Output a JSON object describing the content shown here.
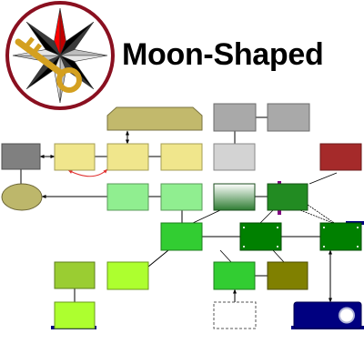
{
  "header": {
    "title": "Moon-Shaped",
    "logo_icon": "compass-star-with-key-icon"
  },
  "colors": {
    "edge": "#000000",
    "edge_red": "#e03030",
    "logo_ring": "#8a1020",
    "logo_star_dark": "#000000",
    "logo_star_grey": "#bdbdbd",
    "logo_star_light": "#e6e6e6",
    "logo_star_red": "#ff0000",
    "key_gold": "#d4a020",
    "accent_navy": "#000080",
    "accent_purple": "#800080"
  },
  "nodes": [
    {
      "id": "n-top-banner",
      "shape": "banner",
      "fill": "#c2b96c",
      "stroke": "#7a7340"
    },
    {
      "id": "n-grey-1",
      "shape": "rect",
      "fill": "#a9a9a9",
      "stroke": "#6b6b6b"
    },
    {
      "id": "n-grey-2",
      "shape": "rect",
      "fill": "#a9a9a9",
      "stroke": "#6b6b6b"
    },
    {
      "id": "n-darkgrey",
      "shape": "rect",
      "fill": "#808080",
      "stroke": "#505050"
    },
    {
      "id": "n-khaki-1",
      "shape": "rect",
      "fill": "#f0e68c",
      "stroke": "#a59e55"
    },
    {
      "id": "n-khaki-2",
      "shape": "rect",
      "fill": "#f0e68c",
      "stroke": "#a59e55"
    },
    {
      "id": "n-khaki-3",
      "shape": "rect",
      "fill": "#f0e68c",
      "stroke": "#a59e55"
    },
    {
      "id": "n-lightgrey",
      "shape": "rect",
      "fill": "#d3d3d3",
      "stroke": "#8a8a8a"
    },
    {
      "id": "n-darkred",
      "shape": "rect",
      "fill": "#a52a2a",
      "stroke": "#6b1a1a"
    },
    {
      "id": "n-oval",
      "shape": "ellipse",
      "fill": "#bdb76b",
      "stroke": "#6b6535"
    },
    {
      "id": "n-lightgreen-1",
      "shape": "rect",
      "fill": "#90ee90",
      "stroke": "#5a9a5a"
    },
    {
      "id": "n-lightgreen-2",
      "shape": "rect",
      "fill": "#90ee90",
      "stroke": "#5a9a5a"
    },
    {
      "id": "n-gradient",
      "shape": "gradient-rect",
      "fill": "#2e7d32",
      "stroke": "#1b4d1e"
    },
    {
      "id": "n-forest",
      "shape": "rect",
      "fill": "#228b22",
      "stroke": "#145214"
    },
    {
      "id": "n-lime-1",
      "shape": "rect",
      "fill": "#32cd32",
      "stroke": "#1f7f1f"
    },
    {
      "id": "n-green-1",
      "shape": "rect",
      "fill": "#008000",
      "stroke": "#004d00"
    },
    {
      "id": "n-green-2",
      "shape": "rect",
      "fill": "#008000",
      "stroke": "#004d00"
    },
    {
      "id": "n-yellowgreen",
      "shape": "rect",
      "fill": "#9acd32",
      "stroke": "#5f7f1f"
    },
    {
      "id": "n-greenyellow-1",
      "shape": "rect",
      "fill": "#adff2f",
      "stroke": "#6b9a1d"
    },
    {
      "id": "n-lime-2",
      "shape": "rect",
      "fill": "#32cd32",
      "stroke": "#1f7f1f"
    },
    {
      "id": "n-olive",
      "shape": "rect",
      "fill": "#808000",
      "stroke": "#4d4d00"
    },
    {
      "id": "n-greenyellow-2",
      "shape": "rect",
      "fill": "#adff2f",
      "stroke": "#6b9a1d"
    },
    {
      "id": "n-dashed",
      "shape": "dashed-rect",
      "fill": "#ffffff",
      "stroke": "#555555"
    },
    {
      "id": "n-navy-moon",
      "shape": "moon-rect",
      "fill": "#000080",
      "stroke": "#00004d"
    }
  ],
  "edges": [
    {
      "id": "e-banner-khaki2",
      "from": "n-top-banner",
      "to": "n-khaki-2",
      "kind": "double-arrow"
    },
    {
      "id": "e-darkgrey-khaki1",
      "from": "n-darkgrey",
      "to": "n-khaki-1",
      "kind": "double-arrow"
    },
    {
      "id": "e-khaki1-khaki2",
      "from": "n-khaki-1",
      "to": "n-khaki-2",
      "kind": "line"
    },
    {
      "id": "e-khaki1-khaki2-red",
      "from": "n-khaki-1",
      "to": "n-khaki-2",
      "kind": "red-curve"
    },
    {
      "id": "e-khaki2-khaki3",
      "from": "n-khaki-2",
      "to": "n-khaki-3",
      "kind": "line"
    },
    {
      "id": "e-grey1-grey2",
      "from": "n-grey-1",
      "to": "n-grey-2",
      "kind": "line"
    },
    {
      "id": "e-grey1-lightgrey",
      "from": "n-grey-1",
      "to": "n-lightgrey",
      "kind": "line"
    },
    {
      "id": "e-darkgrey-oval",
      "from": "n-darkgrey",
      "to": "n-oval",
      "kind": "line"
    },
    {
      "id": "e-lightgreen1-oval",
      "from": "n-lightgreen-1",
      "to": "n-oval",
      "kind": "arrow"
    },
    {
      "id": "e-lightgreen1-lightgreen2",
      "from": "n-lightgreen-1",
      "to": "n-lightgreen-2",
      "kind": "line"
    },
    {
      "id": "e-lightgreen2-lime1",
      "from": "n-lightgreen-2",
      "to": "n-lime-1",
      "kind": "line"
    },
    {
      "id": "e-gradient-forest",
      "from": "n-gradient",
      "to": "n-forest",
      "kind": "line"
    },
    {
      "id": "e-lime1-green1",
      "from": "n-lime-1",
      "to": "n-green-1",
      "kind": "line"
    },
    {
      "id": "e-green1-green2",
      "from": "n-green-1",
      "to": "n-green-2",
      "kind": "line"
    },
    {
      "id": "e-lime1-greenyellow1",
      "from": "n-lime-1",
      "to": "n-greenyellow-1",
      "kind": "line"
    },
    {
      "id": "e-yellowgreen-greenyellow2",
      "from": "n-yellowgreen",
      "to": "n-greenyellow-2",
      "kind": "line"
    },
    {
      "id": "e-lime2-olive",
      "from": "n-lime-2",
      "to": "n-olive",
      "kind": "line"
    },
    {
      "id": "e-dashed-lime2",
      "from": "n-dashed",
      "to": "n-lime-2",
      "kind": "arrow"
    },
    {
      "id": "e-navy-green2",
      "from": "n-navy-moon",
      "to": "n-green-2",
      "kind": "double-arrow"
    }
  ]
}
